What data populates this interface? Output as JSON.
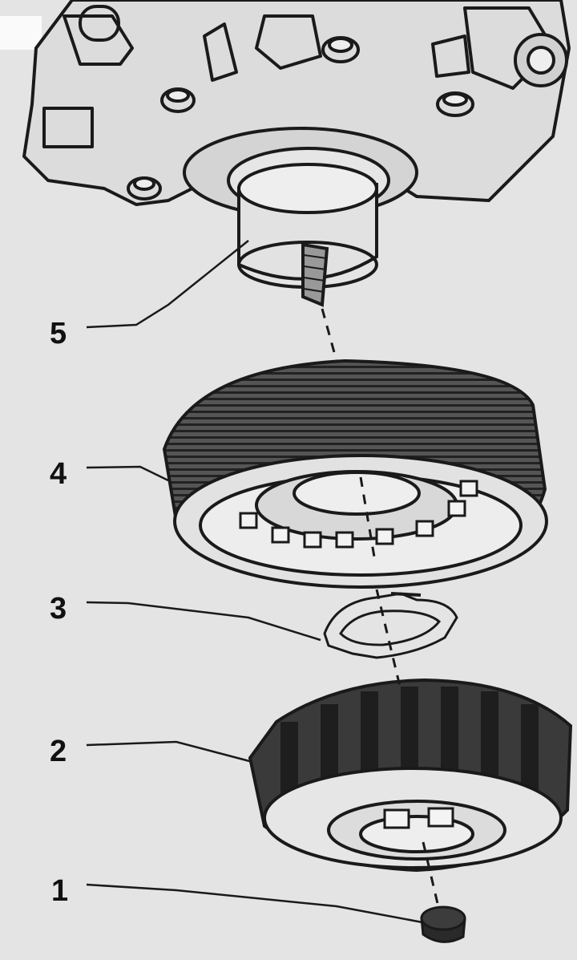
{
  "diagram": {
    "labels": {
      "cap": "1",
      "magnetic_clutch": "2",
      "retaining_ring": "3",
      "pulley": "4",
      "compressor_shaft": "5"
    },
    "colors": {
      "background": "#e4e4e4",
      "ink": "#1a1a1a",
      "dark_fill": "#3a3a3a"
    }
  }
}
